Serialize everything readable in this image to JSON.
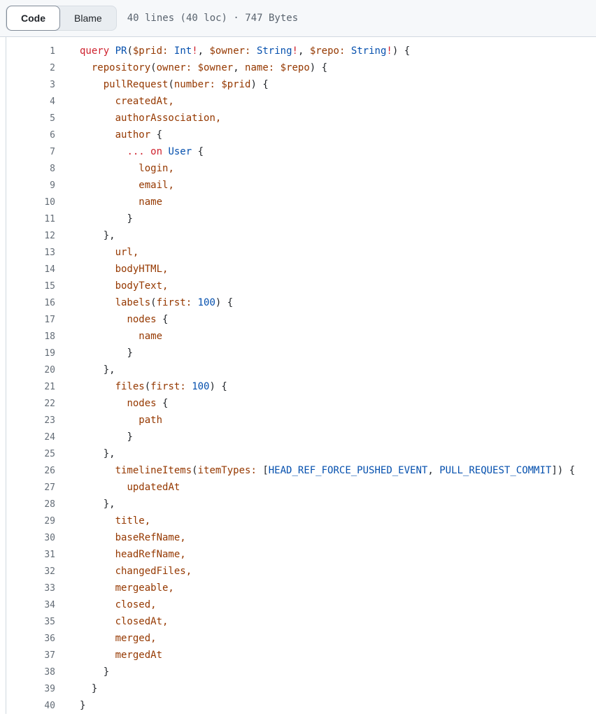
{
  "header": {
    "tabs": [
      {
        "label": "Code",
        "active": true
      },
      {
        "label": "Blame",
        "active": false
      }
    ],
    "meta": "40 lines (40 loc) · 747 Bytes"
  },
  "colors": {
    "header_bg": "#f6f8fa",
    "border": "#d1d9e0",
    "selected_tab_border": "#818b98",
    "line_number": "#636c76",
    "meta_text": "#59636e",
    "syntax": {
      "keyword": "#cf222e",
      "type": "#0550ae",
      "field": "#953800",
      "plain": "#1f2328"
    }
  },
  "code": {
    "language": "graphql",
    "lines": [
      {
        "n": 1,
        "indent": 0,
        "segs": [
          [
            "keyword",
            "query "
          ],
          [
            "type",
            "PR"
          ],
          [
            "plain",
            "("
          ],
          [
            "field",
            "$prid:"
          ],
          [
            "plain",
            " "
          ],
          [
            "type",
            "Int"
          ],
          [
            "keyword",
            "!"
          ],
          [
            "plain",
            ", "
          ],
          [
            "field",
            "$owner:"
          ],
          [
            "plain",
            " "
          ],
          [
            "type",
            "String"
          ],
          [
            "keyword",
            "!"
          ],
          [
            "plain",
            ", "
          ],
          [
            "field",
            "$repo:"
          ],
          [
            "plain",
            " "
          ],
          [
            "type",
            "String"
          ],
          [
            "keyword",
            "!"
          ],
          [
            "plain",
            ") {"
          ]
        ]
      },
      {
        "n": 2,
        "indent": 2,
        "segs": [
          [
            "field",
            "repository"
          ],
          [
            "plain",
            "("
          ],
          [
            "field",
            "owner:"
          ],
          [
            "plain",
            " "
          ],
          [
            "field",
            "$owner"
          ],
          [
            "plain",
            ", "
          ],
          [
            "field",
            "name:"
          ],
          [
            "plain",
            " "
          ],
          [
            "field",
            "$repo"
          ],
          [
            "plain",
            ") {"
          ]
        ]
      },
      {
        "n": 3,
        "indent": 4,
        "segs": [
          [
            "field",
            "pullRequest"
          ],
          [
            "plain",
            "("
          ],
          [
            "field",
            "number:"
          ],
          [
            "plain",
            " "
          ],
          [
            "field",
            "$prid"
          ],
          [
            "plain",
            ") {"
          ]
        ]
      },
      {
        "n": 4,
        "indent": 6,
        "segs": [
          [
            "field",
            "createdAt,"
          ]
        ]
      },
      {
        "n": 5,
        "indent": 6,
        "segs": [
          [
            "field",
            "authorAssociation,"
          ]
        ]
      },
      {
        "n": 6,
        "indent": 6,
        "segs": [
          [
            "field",
            "author"
          ],
          [
            "plain",
            " {"
          ]
        ]
      },
      {
        "n": 7,
        "indent": 8,
        "segs": [
          [
            "keyword",
            "... on "
          ],
          [
            "type",
            "User"
          ],
          [
            "plain",
            " {"
          ]
        ]
      },
      {
        "n": 8,
        "indent": 10,
        "segs": [
          [
            "field",
            "login,"
          ]
        ]
      },
      {
        "n": 9,
        "indent": 10,
        "segs": [
          [
            "field",
            "email,"
          ]
        ]
      },
      {
        "n": 10,
        "indent": 10,
        "segs": [
          [
            "field",
            "name"
          ]
        ]
      },
      {
        "n": 11,
        "indent": 8,
        "segs": [
          [
            "plain",
            "}"
          ]
        ]
      },
      {
        "n": 12,
        "indent": 4,
        "segs": [
          [
            "plain",
            "},"
          ]
        ]
      },
      {
        "n": 13,
        "indent": 6,
        "segs": [
          [
            "field",
            "url,"
          ]
        ]
      },
      {
        "n": 14,
        "indent": 6,
        "segs": [
          [
            "field",
            "bodyHTML,"
          ]
        ]
      },
      {
        "n": 15,
        "indent": 6,
        "segs": [
          [
            "field",
            "bodyText,"
          ]
        ]
      },
      {
        "n": 16,
        "indent": 6,
        "segs": [
          [
            "field",
            "labels"
          ],
          [
            "plain",
            "("
          ],
          [
            "field",
            "first:"
          ],
          [
            "plain",
            " "
          ],
          [
            "type",
            "100"
          ],
          [
            "plain",
            ") {"
          ]
        ]
      },
      {
        "n": 17,
        "indent": 8,
        "segs": [
          [
            "field",
            "nodes"
          ],
          [
            "plain",
            " {"
          ]
        ]
      },
      {
        "n": 18,
        "indent": 10,
        "segs": [
          [
            "field",
            "name"
          ]
        ]
      },
      {
        "n": 19,
        "indent": 8,
        "segs": [
          [
            "plain",
            "}"
          ]
        ]
      },
      {
        "n": 20,
        "indent": 4,
        "segs": [
          [
            "plain",
            "},"
          ]
        ]
      },
      {
        "n": 21,
        "indent": 6,
        "segs": [
          [
            "field",
            "files"
          ],
          [
            "plain",
            "("
          ],
          [
            "field",
            "first:"
          ],
          [
            "plain",
            " "
          ],
          [
            "type",
            "100"
          ],
          [
            "plain",
            ") {"
          ]
        ]
      },
      {
        "n": 22,
        "indent": 8,
        "segs": [
          [
            "field",
            "nodes"
          ],
          [
            "plain",
            " {"
          ]
        ]
      },
      {
        "n": 23,
        "indent": 10,
        "segs": [
          [
            "field",
            "path"
          ]
        ]
      },
      {
        "n": 24,
        "indent": 8,
        "segs": [
          [
            "plain",
            "}"
          ]
        ]
      },
      {
        "n": 25,
        "indent": 4,
        "segs": [
          [
            "plain",
            "},"
          ]
        ]
      },
      {
        "n": 26,
        "indent": 6,
        "segs": [
          [
            "field",
            "timelineItems"
          ],
          [
            "plain",
            "("
          ],
          [
            "field",
            "itemTypes:"
          ],
          [
            "plain",
            " ["
          ],
          [
            "type",
            "HEAD_REF_FORCE_PUSHED_EVENT"
          ],
          [
            "plain",
            ", "
          ],
          [
            "type",
            "PULL_REQUEST_COMMIT"
          ],
          [
            "plain",
            "]) {"
          ]
        ]
      },
      {
        "n": 27,
        "indent": 8,
        "segs": [
          [
            "field",
            "updatedAt"
          ]
        ]
      },
      {
        "n": 28,
        "indent": 4,
        "segs": [
          [
            "plain",
            "},"
          ]
        ]
      },
      {
        "n": 29,
        "indent": 6,
        "segs": [
          [
            "field",
            "title,"
          ]
        ]
      },
      {
        "n": 30,
        "indent": 6,
        "segs": [
          [
            "field",
            "baseRefName,"
          ]
        ]
      },
      {
        "n": 31,
        "indent": 6,
        "segs": [
          [
            "field",
            "headRefName,"
          ]
        ]
      },
      {
        "n": 32,
        "indent": 6,
        "segs": [
          [
            "field",
            "changedFiles,"
          ]
        ]
      },
      {
        "n": 33,
        "indent": 6,
        "segs": [
          [
            "field",
            "mergeable,"
          ]
        ]
      },
      {
        "n": 34,
        "indent": 6,
        "segs": [
          [
            "field",
            "closed,"
          ]
        ]
      },
      {
        "n": 35,
        "indent": 6,
        "segs": [
          [
            "field",
            "closedAt,"
          ]
        ]
      },
      {
        "n": 36,
        "indent": 6,
        "segs": [
          [
            "field",
            "merged,"
          ]
        ]
      },
      {
        "n": 37,
        "indent": 6,
        "segs": [
          [
            "field",
            "mergedAt"
          ]
        ]
      },
      {
        "n": 38,
        "indent": 4,
        "segs": [
          [
            "plain",
            "}"
          ]
        ]
      },
      {
        "n": 39,
        "indent": 2,
        "segs": [
          [
            "plain",
            "}"
          ]
        ]
      },
      {
        "n": 40,
        "indent": 0,
        "segs": [
          [
            "plain",
            "}"
          ]
        ]
      }
    ]
  }
}
